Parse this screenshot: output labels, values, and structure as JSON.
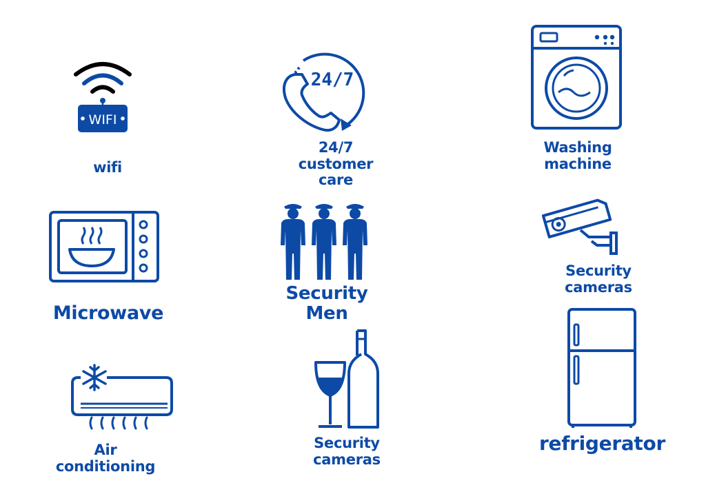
{
  "colors": {
    "primary": "#0d4aa6",
    "background": "#ffffff"
  },
  "amenities": [
    {
      "icon": "wifi-icon",
      "label": "wifi",
      "icon_text": "WIFI"
    },
    {
      "icon": "customer-care-24-7-icon",
      "label": "24/7\ncustomer\ncare",
      "icon_text": "24/7"
    },
    {
      "icon": "washing-machine-icon",
      "label": "Washing\nmachine"
    },
    {
      "icon": "microwave-icon",
      "label": "Microwave"
    },
    {
      "icon": "security-men-icon",
      "label": "Security\nMen"
    },
    {
      "icon": "security-camera-icon",
      "label": "Security\ncameras"
    },
    {
      "icon": "air-conditioner-icon",
      "label": "Air\nconditioning"
    },
    {
      "icon": "wine-bottle-glass-icon",
      "label": "Security\ncameras"
    },
    {
      "icon": "refrigerator-icon",
      "label": "refrigerator"
    }
  ]
}
